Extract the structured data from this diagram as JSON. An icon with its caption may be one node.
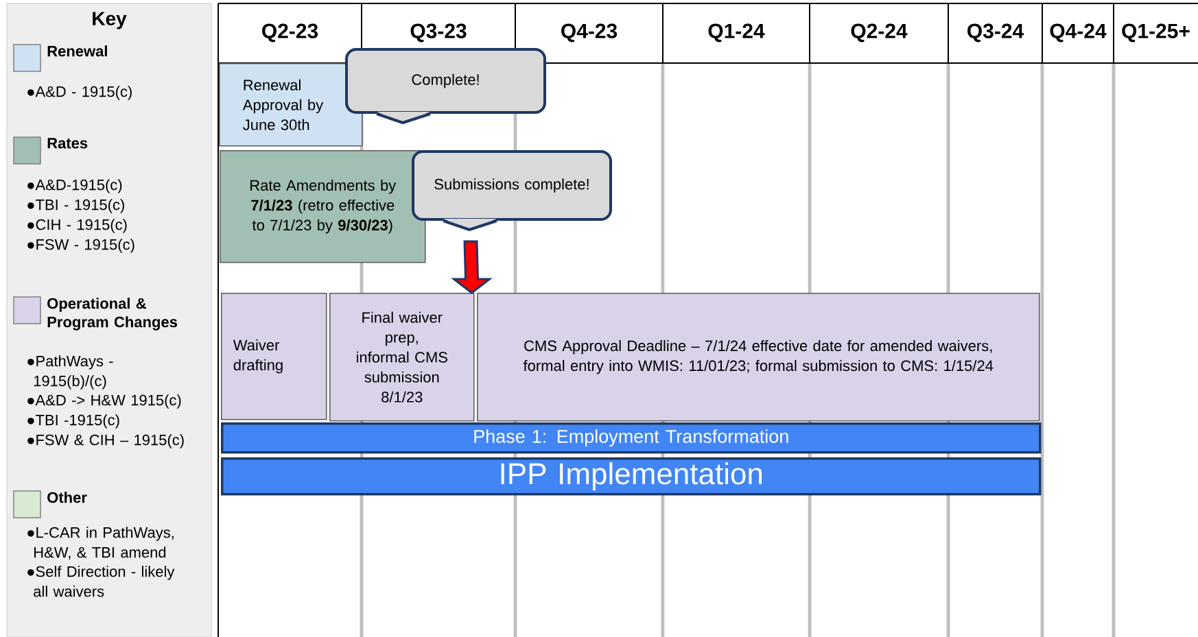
{
  "diagram": {
    "nodes": [
      {
        "text": [
          "Renewal Approval by June 30th"
        ]
      },
      {
        "text": [
          "Complete!"
        ]
      },
      {
        "text": [
          "Rate Amendments by **7/1/23** (retro effective to 7/1/23 by **9/30/23**)"
        ]
      },
      {
        "text": [
          "Submissions complete!"
        ]
      },
      {
        "text": [
          "Waiver drafting"
        ]
      },
      {
        "text": [
          "Final waiver prep, informal CMS submission 8/1/23"
        ]
      },
      {
        "text": [
          "CMS Approval Deadline – 7/1/24 effective date for amended waivers, formal entry into WMIS: 11/01/23; formal submission to CMS: 1/15/24"
        ]
      },
      {
        "text": [
          "Phase 1: Employment Transformation"
        ]
      },
      {
        "text": [
          "IPP Implementation"
        ]
      }
    ],
    "edges": [
      {
        "from": 3,
        "to": 5,
        "arrow": "to",
        "style": "thick",
        "color": "#ff0000"
      }
    ],
    "labels": [
      "Key",
      "●A&D - 1915(c)",
      "●A&D-1915(c)",
      "●TBI - 1915(c)",
      "●CIH - 1915(c)",
      "●FSW - 1915(c)",
      "●PathWays - 1915(b)/(c)",
      "●A&D -> H&W 1915(c)",
      "●TBI -1915(c)",
      "●FSW & CIH – 1915(c)",
      "●L-CAR in PathWays, H&W, & TBI amend",
      "●Self Direction - likely all waivers",
      "Q2-23",
      "Q3-23",
      "Q4-23",
      "Q1-24",
      "Q2-24",
      "Q3-24",
      "Q4-24",
      "Q1-25+"
    ],
    "legend": [
      {
        "text": "Renewal",
        "color": "#cfe2f3"
      },
      {
        "text": "Rates",
        "color": "#a2bfb3"
      },
      {
        "text": "Operational & Program Changes",
        "color": "#d9d2e9"
      },
      {
        "text": "Other",
        "color": "#d9ead3"
      }
    ]
  }
}
